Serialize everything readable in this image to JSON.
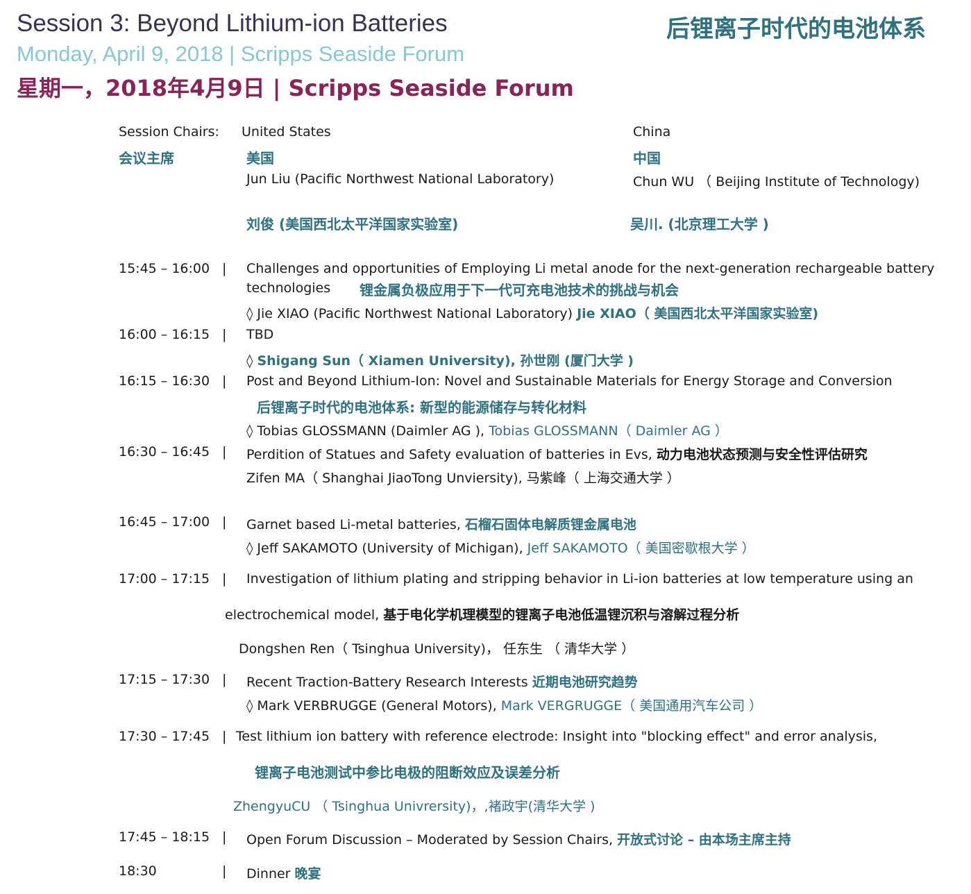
{
  "header": {
    "title_en": "Session 3: Beyond Lithium-ion Batteries",
    "title_cn": "后锂离子时代的电池体系",
    "date_en": "Monday, April 9, 2018 | Scripps Seaside Forum",
    "date_cn": "星期一，2018年4月9日 | Scripps Seaside Forum"
  },
  "chairs": {
    "label_en": "Session Chairs:",
    "label_cn": "会议主席",
    "us_label_en": "United States",
    "us_label_cn": "美国",
    "us_name_en": "Jun Liu (Pacific Northwest National Laboratory)",
    "us_name_cn": "刘俊 (美国西北太平洋国家实验室)",
    "cn_label_en": "China",
    "cn_label_cn": "中国",
    "cn_name_en": "Chun WU （ Beijing Institute of Technology)",
    "cn_name_cn": "吴川. (北京理工大学 )"
  },
  "separator": "|",
  "schedule": [
    {
      "time": "15:45 – 16:00",
      "title_l1": "Challenges and opportunities of Employing Li metal anode for the next-generation rechargeable battery",
      "title_l2": "technologies",
      "title_cn": "锂金属负极应用于下一代可充电池技术的挑战与机会",
      "speaker": "◊ Jie XIAO (Pacific Northwest National Laboratory) ",
      "speaker_cn": "Jie XIAO（ 美国西北太平洋国家实验室)"
    },
    {
      "time": "16:00 – 16:15",
      "title": "TBD",
      "speaker_mark": "◊ ",
      "speaker_cn": "Shigang Sun（ Xiamen University), 孙世刚 (厦门大学 )"
    },
    {
      "time": "16:15 – 16:30",
      "title": "Post and Beyond Lithium-Ion: Novel and Sustainable Materials for Energy Storage and Conversion",
      "title_cn": "后锂离子时代的电池体系: 新型的能源储存与转化材料",
      "speaker": "◊ Tobias GLOSSMANN (Daimler AG ), ",
      "speaker_cn": "Tobias GLOSSMANN（ Daimler AG ）"
    },
    {
      "time": "16:30 – 16:45",
      "title": "Perdition of Statues and Safety evaluation of batteries in Evs, ",
      "title_cn": "动力电池状态预测与安全性评估研究",
      "speaker": "Zifen  MA（ Shanghai JiaoTong Unviersity), 马紫峰（ 上海交通大学 ）"
    },
    {
      "time": "16:45 – 17:00",
      "title": "Garnet based Li-metal batteries, ",
      "title_cn": "石榴石固体电解质锂金属电池",
      "speaker": "◊ Jeff SAKAMOTO (University of Michigan), ",
      "speaker_cn": "Jeff SAKAMOTO（ 美国密歇根大学 ）"
    },
    {
      "time": "17:00 – 17:15",
      "title_l1": "Investigation of lithium plating and stripping behavior in Li-ion batteries at low temperature using an",
      "title_l2": "electrochemical model, ",
      "title_cn": "基于电化学机理模型的锂离子电池低温锂沉积与溶解过程分析",
      "speaker": "Dongshen Ren（ Tsinghua University)， 任东生  （ 清华大学 ）"
    },
    {
      "time": "17:15 – 17:30",
      "title": "Recent Traction-Battery Research Interests ",
      "title_cn": "近期电池研究趋势",
      "speaker": "◊ Mark VERBRUGGE (General Motors), ",
      "speaker_cn": "Mark VERGRUGGE（ 美国通用汽车公司 ）"
    },
    {
      "time": "17:30 – 17:45",
      "title": "Test lithium ion battery with reference electrode: Insight into \"blocking effect\" and error analysis,",
      "title_cn": "锂离子电池测试中参比电极的阻断效应及误差分析",
      "speaker_cn": "ZhengyuCU （ Tsinghua Univrersity)，,褚政宇(清华大学 )"
    },
    {
      "time": "17:45 – 18:15",
      "title": "Open Forum Discussion – Moderated by Session Chairs, ",
      "title_cn": "开放式讨论 – 由本场主席主持"
    },
    {
      "time": "18:30",
      "title": "Dinner  ",
      "title_cn": "晚宴"
    }
  ],
  "colors": {
    "title": "#3a3053",
    "date_en": "#86c8d4",
    "date_cn": "#8a2358",
    "teal": "#2e7181",
    "text": "#1a1a1a"
  }
}
